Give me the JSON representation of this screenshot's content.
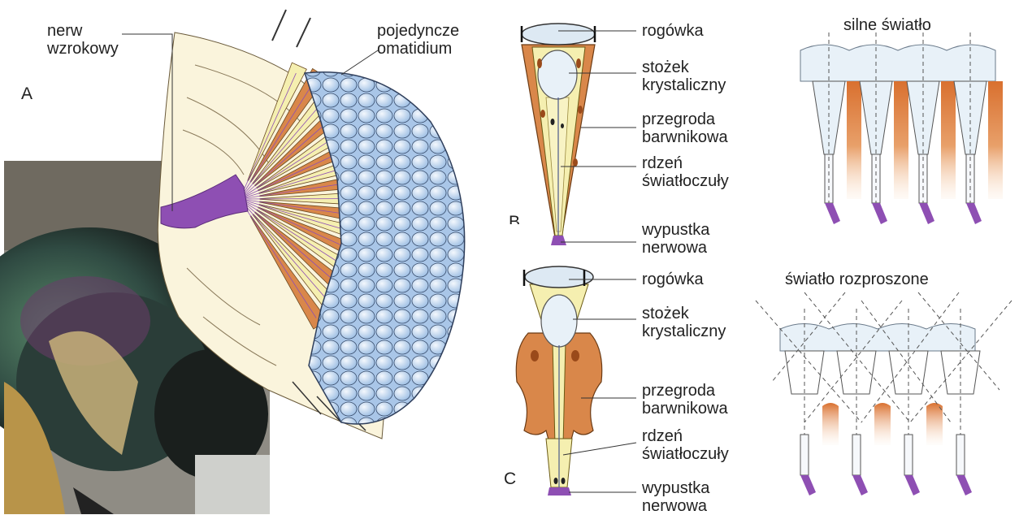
{
  "panel_letters": {
    "a": "A",
    "b": "B",
    "c": "C"
  },
  "panel_a": {
    "label_nerve": "nerw\nwzrokowy",
    "label_ommatidium": "pojedyncze\nomatidium"
  },
  "panel_b": {
    "labels": [
      "rogówka",
      "stożek\nkrystaliczny",
      "przegroda\nbarwnikowa",
      "rdzeń\nświatłoczuły",
      "wypustka\nnerwowa"
    ]
  },
  "panel_c": {
    "labels": [
      "rogówka",
      "stożek\nkrystaliczny",
      "przegroda\nbarwnikowa",
      "rdzeń\nświatłoczuły",
      "wypustka\nnerwowa"
    ]
  },
  "light_panels": {
    "strong_title": "silne światło",
    "diffuse_title": "światło rozproszone"
  },
  "colors": {
    "pigment": "#d9874a",
    "pigment_light": "#eab07a",
    "cornea": "#dde9f3",
    "cone": "#e8f1f8",
    "rhabdom": "#f5efb0",
    "nerve": "#8e4fb3",
    "eye_blue": "#a9c6e8",
    "leader": "#333333"
  }
}
